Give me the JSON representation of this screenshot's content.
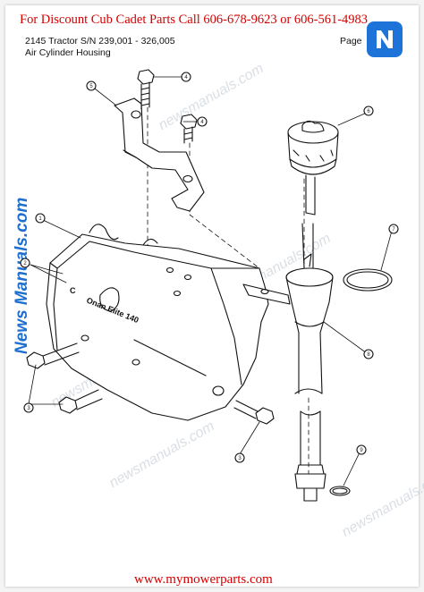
{
  "header": {
    "banner": "For  Discount Cub Cadet Parts Call 606-678-9623 or 606-561-4983",
    "model": "2145 Tractor S/N 239,001 - 326,005",
    "section": "Air Cylinder Housing",
    "page_label": "Page"
  },
  "branding": {
    "side_watermark": "News Manuals.com",
    "diagonal_watermark": "newsmanuals.com",
    "logo_icon": "n-letter-logo-icon",
    "banner_color": "#d40000",
    "watermark_color": "#1e6fcf"
  },
  "diagram": {
    "engraving": "Onan Elite 140",
    "engraving_logo": "cummins-c-logo-icon",
    "callouts": [
      "1",
      "2",
      "3",
      "3",
      "4",
      "4",
      "5",
      "6",
      "7",
      "8",
      "9"
    ]
  },
  "footer": {
    "url": "www.mymowerparts.com"
  }
}
